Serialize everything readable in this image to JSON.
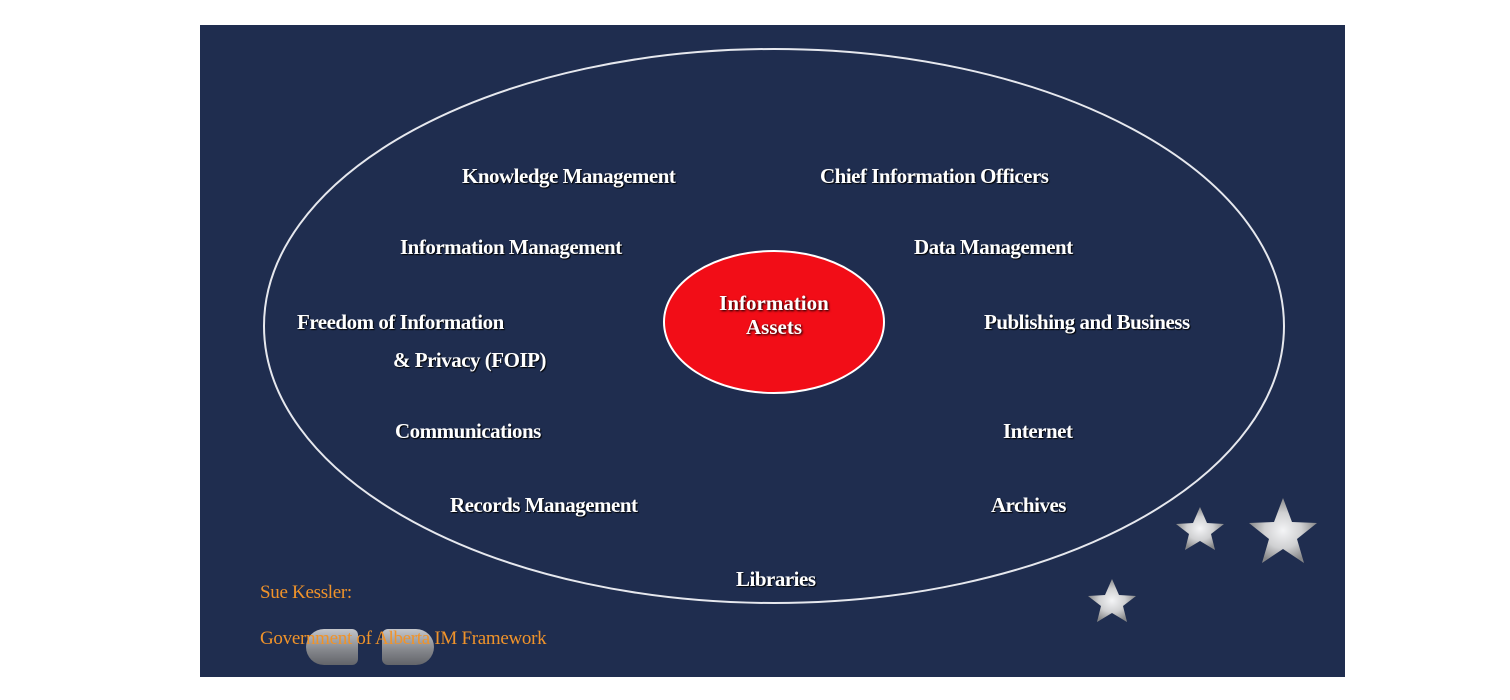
{
  "center": {
    "line1": "Information",
    "line2": "Assets",
    "fill": "#f20d17"
  },
  "domains": [
    {
      "label": "Knowledge Management"
    },
    {
      "label": "Chief Information Officers"
    },
    {
      "label": "Information Management"
    },
    {
      "label": "Data Management"
    },
    {
      "label": "Freedom of Information"
    },
    {
      "label": "& Privacy (FOIP)"
    },
    {
      "label": "Publishing and Business"
    },
    {
      "label": "Communications"
    },
    {
      "label": "Internet"
    },
    {
      "label": "Records Management"
    },
    {
      "label": "Archives"
    },
    {
      "label": "Libraries"
    }
  ],
  "credit": {
    "author": "Sue  Kessler:",
    "source": "Government of Alberta IM Framework"
  },
  "colors": {
    "background": "#1f2d4f",
    "outline": "#e6e8ee",
    "text": "#ffffff",
    "credit": "#f0932a"
  },
  "decorations": [
    "star-icon",
    "star-icon",
    "star-icon",
    "nav-back-icon",
    "nav-forward-icon"
  ]
}
